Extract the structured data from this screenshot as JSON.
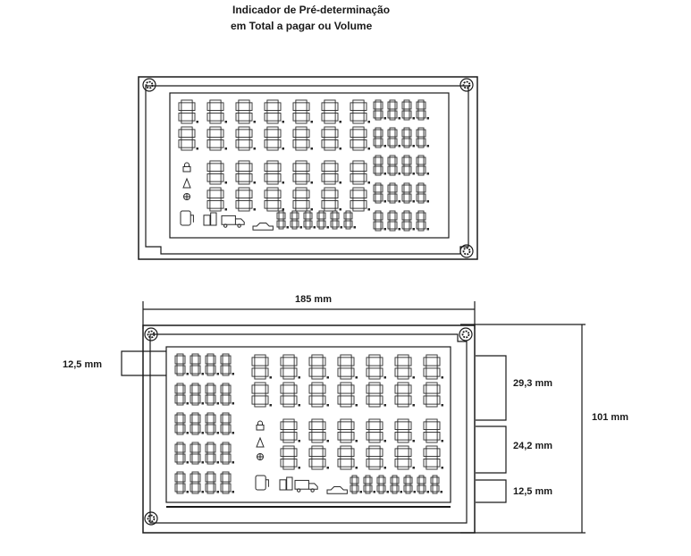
{
  "title": {
    "line1": "Indicador de Pré-determinação",
    "line2": "em Total a pagar ou Volume"
  },
  "dimensions": {
    "width": "185 mm",
    "height": "101 mm",
    "top_row": "29,3 mm",
    "mid_row": "24,2 mm",
    "bottom_row": "12,5 mm",
    "left_block": "12,5 mm"
  },
  "icons": [
    "lock-icon",
    "bell-icon",
    "gear-icon",
    "fuel-pump-icon",
    "pump-nozzle-icon",
    "truck-icon",
    "car-icon"
  ],
  "colors": {
    "line": "#1a1a1a",
    "panel": "#ffffff",
    "segment": "#2a2a2a"
  }
}
